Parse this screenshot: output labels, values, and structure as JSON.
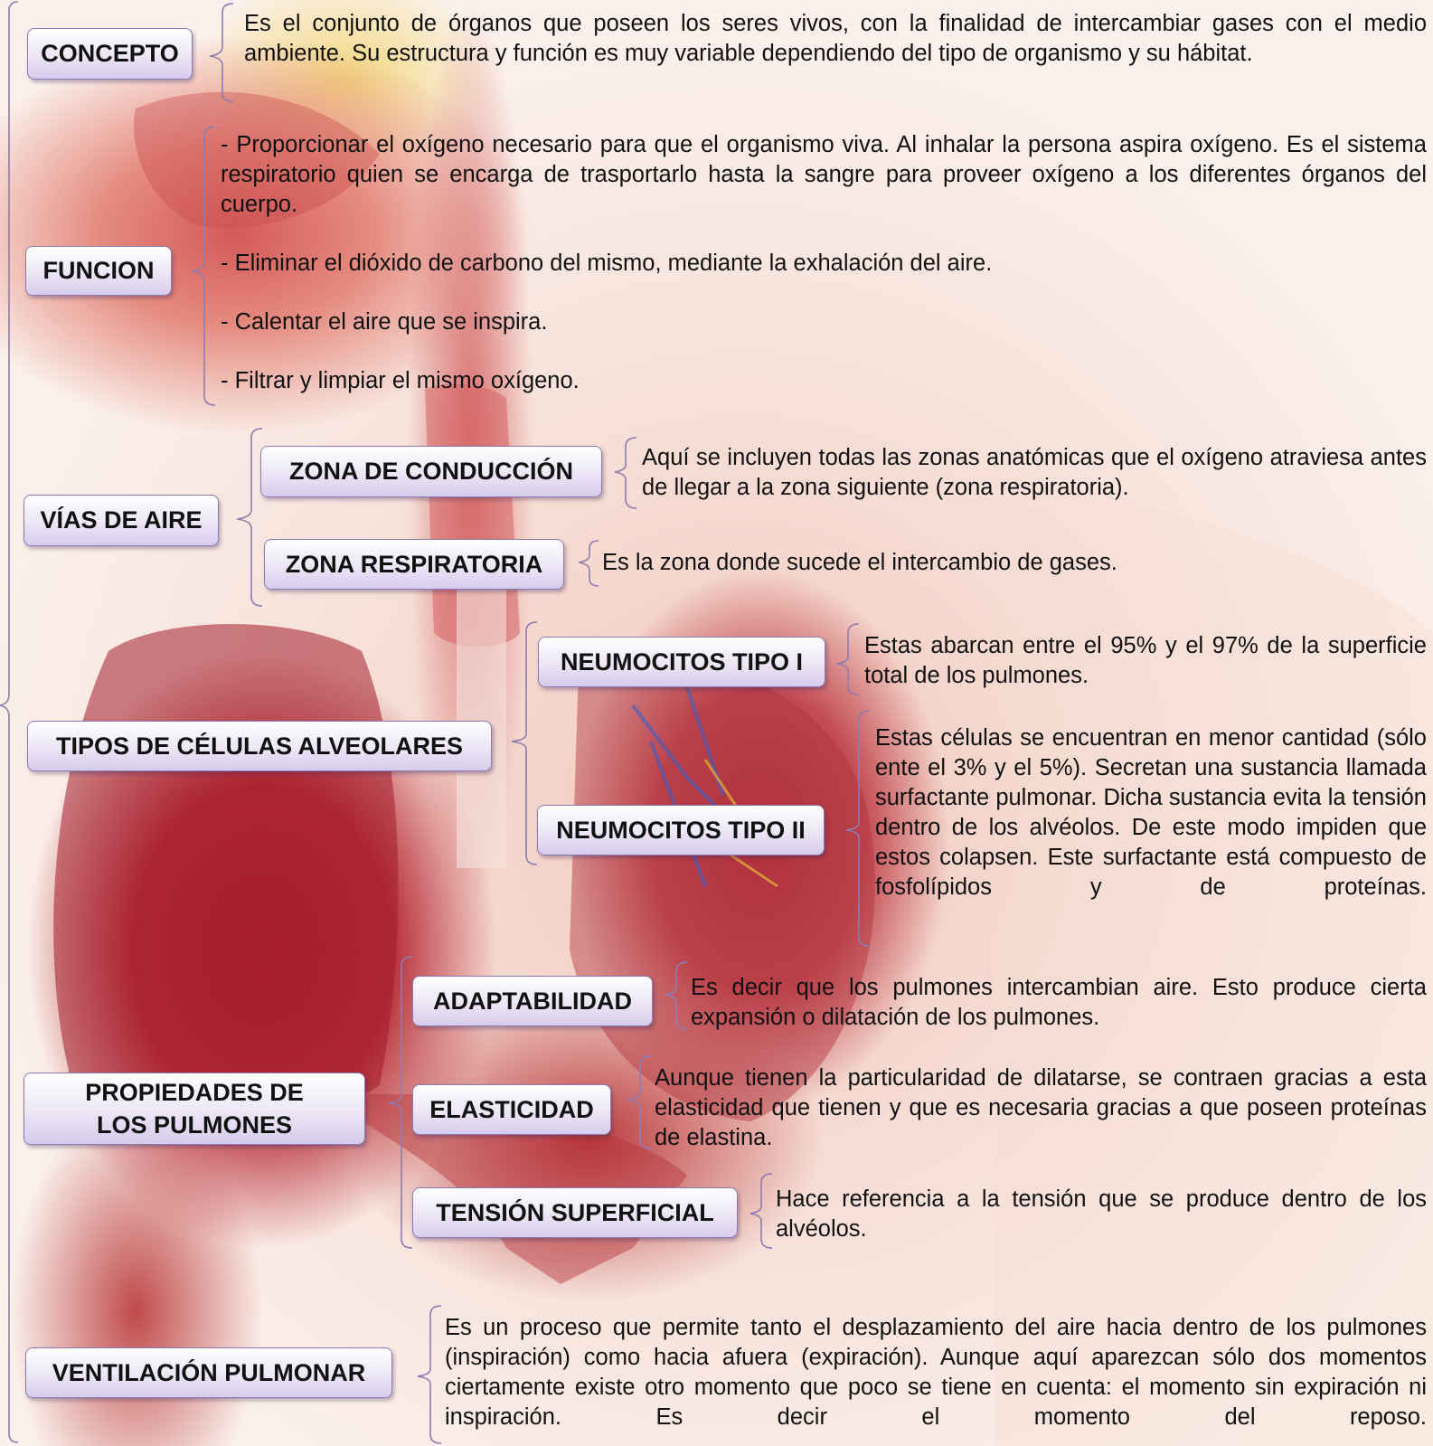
{
  "concepto": {
    "label": "CONCEPTO",
    "text": "Es el conjunto de órganos que poseen los seres vivos, con la finalidad de intercambiar gases con el medio ambiente. Su estructura y función es muy variable dependiendo del tipo de organismo y su hábitat."
  },
  "funcion": {
    "label": "FUNCION",
    "items": [
      "- Proporcionar el oxígeno necesario para que el organismo viva. Al inhalar la persona aspira oxígeno. Es el sistema respiratorio quien se encarga de trasportarlo hasta la sangre para proveer oxígeno a los diferentes órganos del cuerpo.",
      "- Eliminar el dióxido de carbono del mismo, mediante la exhalación del aire.",
      "- Calentar el aire que se inspira.",
      "- Filtrar y limpiar el mismo oxígeno."
    ]
  },
  "vias": {
    "label": "VÍAS DE AIRE",
    "conduccion": {
      "label": "ZONA DE CONDUCCIÓN",
      "text": "Aquí se incluyen todas las zonas anatómicas que el oxígeno atraviesa antes de llegar a la zona siguiente (zona respiratoria)."
    },
    "respiratoria": {
      "label": "ZONA RESPIRATORIA",
      "text": "Es la zona donde sucede el intercambio de gases."
    }
  },
  "celulas": {
    "label": "TIPOS DE CÉLULAS ALVEOLARES",
    "tipo1": {
      "label": "NEUMOCITOS TIPO I",
      "text": "Estas abarcan entre el 95% y el 97% de la superficie total de los pulmones."
    },
    "tipo2": {
      "label": "NEUMOCITOS TIPO II",
      "text": "Estas células se encuentran en menor cantidad (sólo ente el 3% y el 5%). Secretan una sustancia llamada surfactante pulmonar. Dicha sustancia evita la tensión dentro de los alvéolos. De este modo impiden que estos colapsen. Este surfactante está compuesto de fosfolípidos y de proteínas."
    }
  },
  "propiedades": {
    "label": "PROPIEDADES DE LOS PULMONES",
    "adaptabilidad": {
      "label": "ADAPTABILIDAD",
      "text": "Es decir que los pulmones intercambian aire. Esto produce cierta expansión o dilatación de los pulmones."
    },
    "elasticidad": {
      "label": "ELASTICIDAD",
      "text": "Aunque tienen la particularidad de dilatarse, se contraen gracias a esta elasticidad que tienen y que es necesaria gracias a que poseen proteínas de elastina."
    },
    "tension": {
      "label": "TENSIÓN SUPERFICIAL",
      "text": "Hace referencia a la tensión que se produce dentro de los alvéolos."
    }
  },
  "ventilacion": {
    "label": "VENTILACIÓN PULMONAR",
    "text": "Es un proceso que permite tanto el desplazamiento del aire hacia dentro de los pulmones (inspiración) como hacia afuera (expiración). Aunque aquí aparezcan sólo dos momentos ciertamente existe otro momento que poco se tiene en cuenta: el momento sin expiración ni inspiración. Es decir el momento del reposo."
  }
}
